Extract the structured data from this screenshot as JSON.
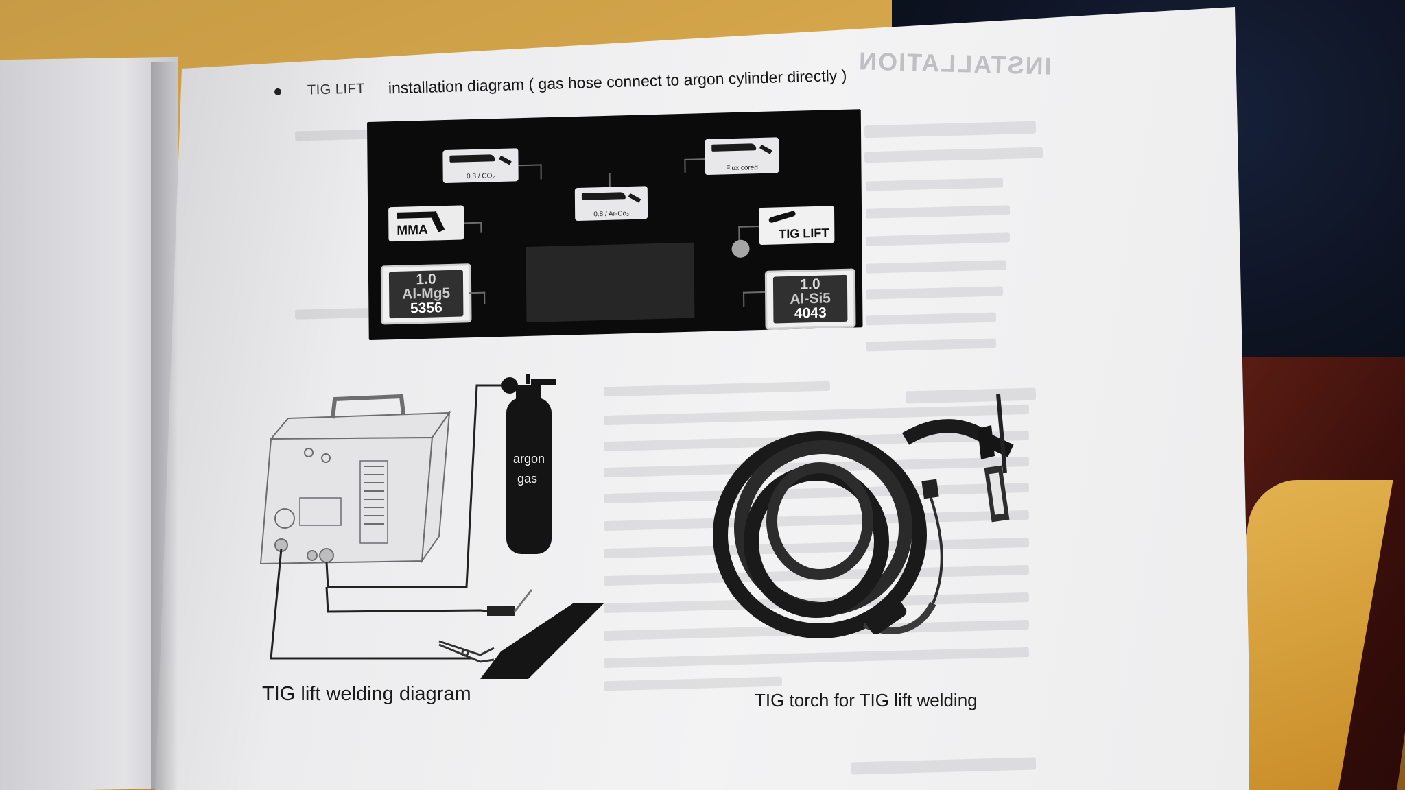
{
  "heading": {
    "prefix": "TIG LIFT",
    "text": "installation diagram ( gas hose connect to argon cylinder directly )"
  },
  "panel": {
    "buttons": {
      "mig_co2": "0.8 / CO₂",
      "mig_argon": "0.8 / Ar-Co₂",
      "flux_cored": "Flux cored",
      "mma": "MMA",
      "tig_lift": "TIG LIFT"
    },
    "wire_left": {
      "line1": "1.0",
      "line2": "Al-Mg5",
      "line3": "5356"
    },
    "wire_right": {
      "line1": "1.0",
      "line2": "Al-Si5",
      "line3": "4043"
    }
  },
  "diagram": {
    "gas_label_1": "argon",
    "gas_label_2": "gas"
  },
  "captions": {
    "left": "TIG lift welding diagram",
    "right": "TIG torch for TIG lift welding"
  },
  "bleed_through": {
    "title": "INSTALLATION"
  },
  "colors": {
    "panel_bg": "#0b0b0c",
    "page": "#f1f1f2",
    "cloth": "#d9a94c"
  }
}
